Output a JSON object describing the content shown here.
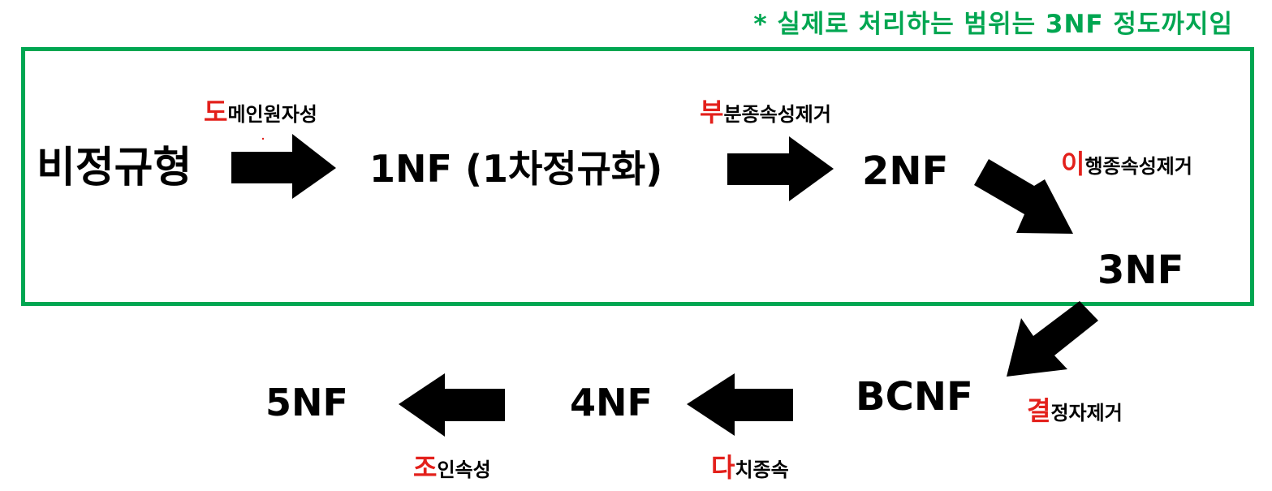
{
  "colors": {
    "accent_green": "#00A651",
    "highlight_red": "#E3201B",
    "arrow": "#000000",
    "text": "#000000"
  },
  "note": "* 실제로 처리하는 범위는 3NF 정도까지임",
  "nodes": {
    "unnormalized": "비정규형",
    "nf1": "1NF (1차정규화)",
    "nf2": "2NF",
    "nf3": "3NF",
    "bcnf": "BCNF",
    "nf4": "4NF",
    "nf5": "5NF"
  },
  "steps": {
    "domain_atomicity": {
      "initial": "도",
      "rest": "메인원자성"
    },
    "partial_dependency": {
      "initial": "부",
      "rest": "분종속성제거"
    },
    "transitive_dependency": {
      "initial": "이",
      "rest": "행종속성제거"
    },
    "determinant": {
      "initial": "결",
      "rest": "정자제거"
    },
    "multivalued_dependency": {
      "initial": "다",
      "rest": "치종속"
    },
    "join_dependency": {
      "initial": "조",
      "rest": "인속성"
    }
  }
}
